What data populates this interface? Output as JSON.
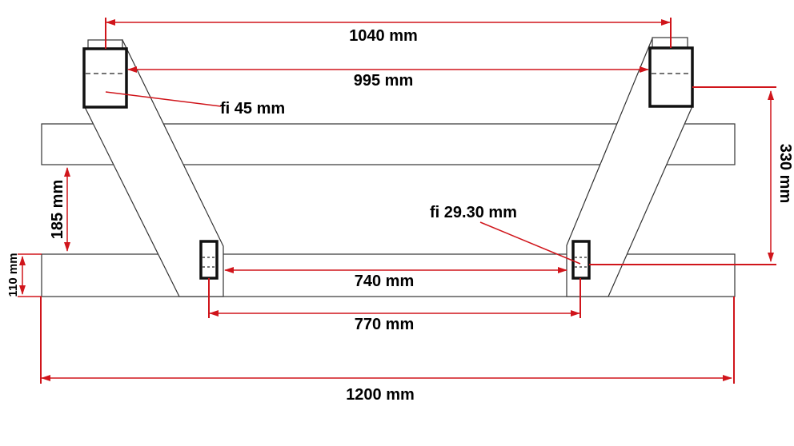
{
  "title": "Frame dimensions drawing",
  "colors": {
    "dimension": "#d0151b",
    "outline": "#333333"
  },
  "dimensions": {
    "top_pin_span": "1040 mm",
    "top_inner_span": "995 mm",
    "top_pin_diameter": "fi 45 mm",
    "vertical_pin_offset": "330 mm",
    "bar_gap": "185 mm",
    "bar_height": "110 mm",
    "bottom_inner_span": "740 mm",
    "bottom_pin_span": "770 mm",
    "bottom_pin_diameter": "fi 29.30 mm",
    "overall_width": "1200 mm"
  }
}
